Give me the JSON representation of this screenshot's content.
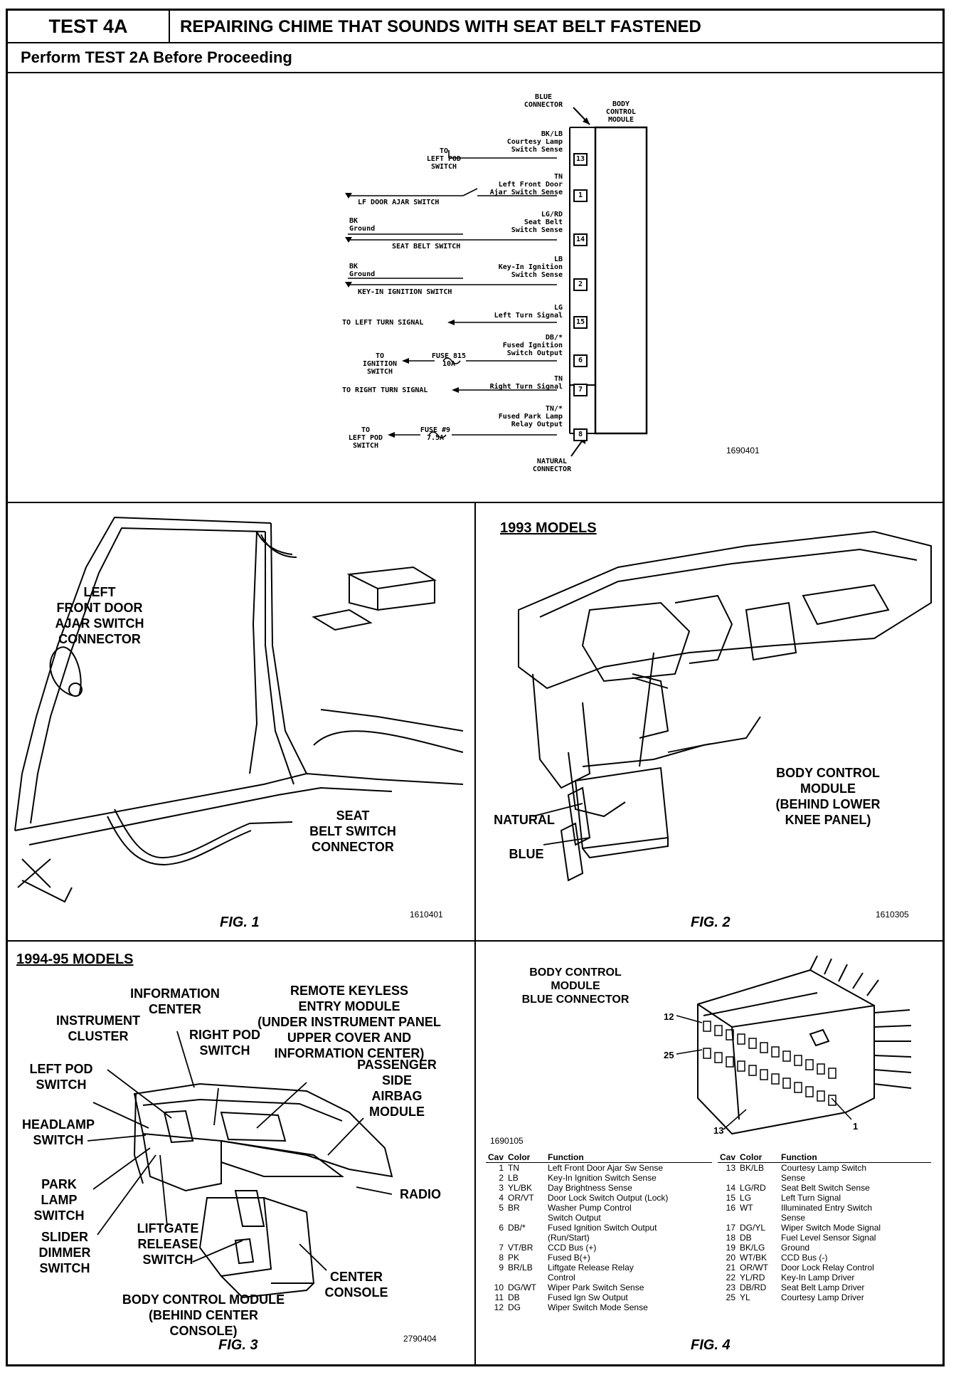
{
  "header": {
    "test_id": "TEST 4A",
    "title": "REPAIRING CHIME THAT SOUNDS WITH SEAT BELT FASTENED",
    "prerequisite": "Perform TEST 2A Before Proceeding"
  },
  "schematic": {
    "ref_number": "1690401",
    "module_label": "BODY\nCONTROL\nMODULE",
    "blue_connector_label": "BLUE\nCONNECTOR",
    "natural_connector_label": "NATURAL\nCONNECTOR",
    "circuits": [
      {
        "pin": "13",
        "wire": "BK/LB\nCourtesy Lamp\nSwitch Sense",
        "dest": "TO\nLEFT POD\nSWITCH"
      },
      {
        "pin": "1",
        "wire": "TN\nLeft Front Door\nAjar Switch Sense",
        "dest": "LF DOOR AJAR SWITCH"
      },
      {
        "pin": "14",
        "wire": "LG/RD\nSeat Belt\nSwitch Sense",
        "ground": "BK\nGround",
        "dest": "SEAT BELT SWITCH"
      },
      {
        "pin": "2",
        "wire": "LB\nKey-In Ignition\nSwitch Sense",
        "ground": "BK\nGround",
        "dest": "KEY-IN IGNITION SWITCH"
      },
      {
        "pin": "15",
        "wire": "LG\nLeft Turn Signal",
        "dest": "TO LEFT TURN SIGNAL"
      },
      {
        "pin": "6",
        "wire": "DB/*\nFused Ignition\nSwitch Output",
        "fuse": "FUSE 815\n10A",
        "dest": "TO\nIGNITION\nSWITCH"
      },
      {
        "pin": "7",
        "wire": "TN\nRight Turn Signal",
        "dest": "TO RIGHT TURN SIGNAL"
      },
      {
        "pin": "8",
        "wire": "TN/*\nFused Park Lamp\nRelay Output",
        "fuse": "FUSE #9\n7.5A",
        "dest": "TO\nLEFT POD\nSWITCH"
      }
    ]
  },
  "fig1": {
    "caption": "FIG. 1",
    "ref_number": "1610401",
    "labels": {
      "door_ajar": "LEFT\nFRONT DOOR\nAJAR SWITCH\nCONNECTOR",
      "seat_belt": "SEAT\nBELT SWITCH\nCONNECTOR"
    }
  },
  "fig2": {
    "title": "1993 MODELS",
    "caption": "FIG. 2",
    "ref_number": "1610305",
    "labels": {
      "bcm": "BODY CONTROL\nMODULE\n(BEHIND LOWER\nKNEE PANEL)",
      "natural": "NATURAL",
      "blue": "BLUE"
    }
  },
  "fig3": {
    "title": "1994-95 MODELS",
    "caption": "FIG. 3",
    "ref_number": "2790404",
    "labels": {
      "information_center": "INFORMATION\nCENTER",
      "instrument_cluster": "INSTRUMENT\nCLUSTER",
      "right_pod": "RIGHT POD\nSWITCH",
      "remote_keyless": "REMOTE KEYLESS\nENTRY MODULE\n(UNDER INSTRUMENT PANEL\nUPPER COVER AND\nINFORMATION CENTER)",
      "left_pod": "LEFT POD\nSWITCH",
      "passenger_airbag": "PASSENGER\nSIDE\nAIRBAG\nMODULE",
      "headlamp": "HEADLAMP\nSWITCH",
      "park_lamp": "PARK\nLAMP\nSWITCH",
      "radio": "RADIO",
      "slider_dimmer": "SLIDER\nDIMMER\nSWITCH",
      "liftgate": "LIFTGATE\nRELEASE\nSWITCH",
      "center_console": "CENTER\nCONSOLE",
      "bcm": "BODY CONTROL MODULE\n(BEHIND CENTER\nCONSOLE)"
    }
  },
  "fig4": {
    "caption": "FIG. 4",
    "ref_number": "1690105",
    "title": "BODY CONTROL\nMODULE\nBLUE CONNECTOR",
    "pin_labels": [
      "12",
      "25",
      "13",
      "1"
    ],
    "table_headers": [
      "Cav",
      "Color",
      "Function"
    ],
    "left_rows": [
      [
        "1",
        "TN",
        "Left Front Door Ajar Sw Sense"
      ],
      [
        "2",
        "LB",
        "Key-In Ignition Switch Sense"
      ],
      [
        "3",
        "YL/BK",
        "Day Brightness Sense"
      ],
      [
        "4",
        "OR/VT",
        "Door Lock Switch Output (Lock)"
      ],
      [
        "5",
        "BR",
        "Washer Pump Control\nSwitch Output"
      ],
      [
        "6",
        "DB/*",
        "Fused Ignition Switch Output\n(Run/Start)"
      ],
      [
        "7",
        "VT/BR",
        "CCD Bus (+)"
      ],
      [
        "8",
        "PK",
        "Fused B(+)"
      ],
      [
        "9",
        "BR/LB",
        "Liftgate Release Relay\nControl"
      ],
      [
        "10",
        "DG/WT",
        "Wiper Park Switch Sense"
      ],
      [
        "11",
        "DB",
        "Fused Ign Sw Output"
      ],
      [
        "12",
        "DG",
        "Wiper Switch Mode Sense"
      ]
    ],
    "right_rows": [
      [
        "13",
        "BK/LB",
        "Courtesy Lamp Switch\nSense"
      ],
      [
        "14",
        "LG/RD",
        "Seat Belt Switch Sense"
      ],
      [
        "15",
        "LG",
        "Left Turn Signal"
      ],
      [
        "16",
        "WT",
        "Illuminated Entry Switch\nSense"
      ],
      [
        "17",
        "DG/YL",
        "Wiper Switch Mode Signal"
      ],
      [
        "18",
        "DB",
        "Fuel Level Sensor Signal"
      ],
      [
        "19",
        "BK/LG",
        "Ground"
      ],
      [
        "20",
        "WT/BK",
        "CCD Bus (-)"
      ],
      [
        "21",
        "OR/WT",
        "Door Lock Relay Control"
      ],
      [
        "22",
        "YL/RD",
        "Key-In Lamp Driver"
      ],
      [
        "23",
        "DB/RD",
        "Seat Belt Lamp Driver"
      ],
      [
        "25",
        "YL",
        "Courtesy Lamp Driver"
      ]
    ]
  }
}
